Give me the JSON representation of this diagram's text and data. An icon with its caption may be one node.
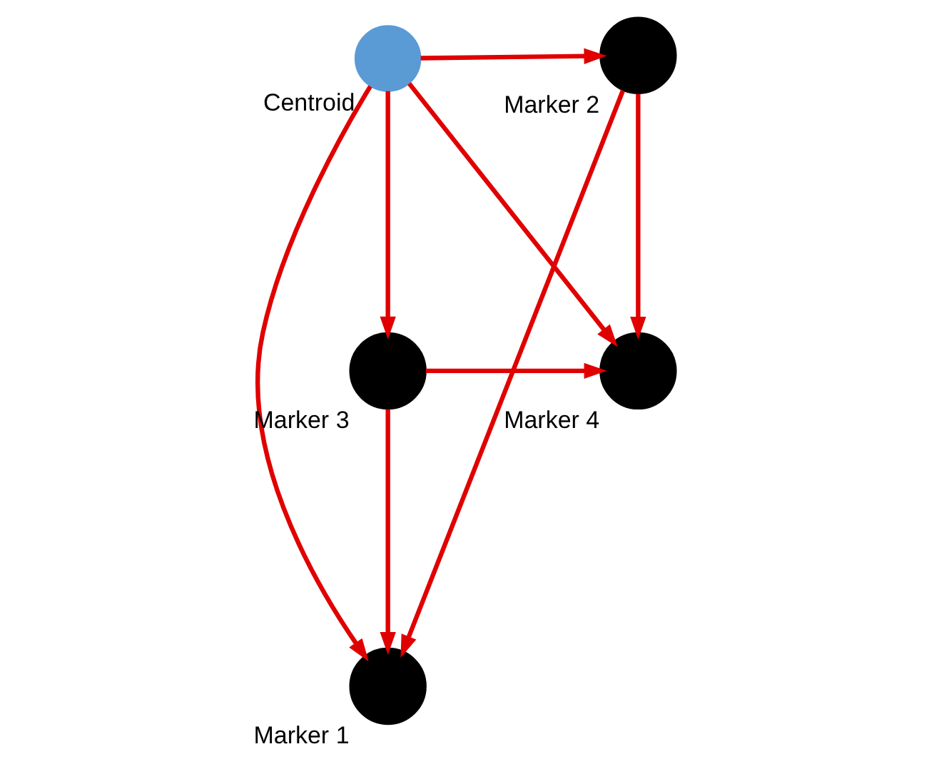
{
  "diagram": {
    "nodes": [
      {
        "text": [],
        "shape": "circle",
        "beside": [
          "Marker 1"
        ]
      },
      {
        "text": [],
        "shape": "circle",
        "beside": [
          "Marker 2"
        ]
      },
      {
        "text": [],
        "shape": "circle",
        "beside": [
          "Centroid"
        ]
      },
      {
        "text": [],
        "shape": "circle",
        "beside": [
          "Marker 3"
        ]
      },
      {
        "text": [],
        "shape": "circle",
        "beside": [
          "Marker 4"
        ]
      }
    ],
    "edges": [
      {
        "from": 1,
        "to": 0,
        "arrow": "to"
      },
      {
        "from": 1,
        "to": 4,
        "arrow": "to"
      },
      {
        "from": 3,
        "to": 4,
        "arrow": "to"
      },
      {
        "from": 3,
        "to": 0,
        "arrow": "to"
      },
      {
        "from": 2,
        "to": 0,
        "arrow": "to"
      },
      {
        "from": 2,
        "to": 1,
        "arrow": "to"
      },
      {
        "from": 2,
        "to": 3,
        "arrow": "to"
      },
      {
        "from": 2,
        "to": 4,
        "arrow": "to"
      }
    ]
  }
}
